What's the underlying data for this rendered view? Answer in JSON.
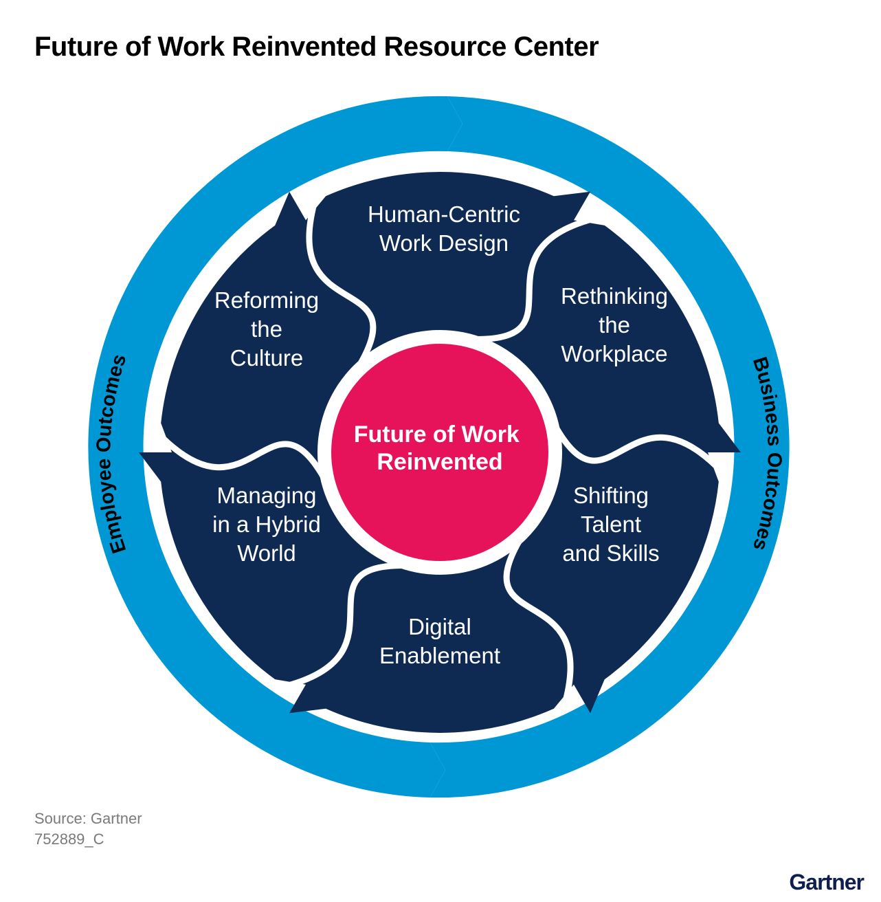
{
  "title": "Future of Work Reinvented Resource Center",
  "center": {
    "lines": [
      "Future of Work",
      "Reinvented"
    ]
  },
  "segments": [
    {
      "id": "human-centric-work-design",
      "lines": [
        "Human-Centric",
        "Work Design"
      ]
    },
    {
      "id": "rethinking-the-workplace",
      "lines": [
        "Rethinking",
        "the",
        "Workplace"
      ]
    },
    {
      "id": "shifting-talent-and-skills",
      "lines": [
        "Shifting",
        "Talent",
        "and Skills"
      ]
    },
    {
      "id": "digital-enablement",
      "lines": [
        "Digital",
        "Enablement"
      ]
    },
    {
      "id": "managing-in-a-hybrid-world",
      "lines": [
        "Managing",
        "in a Hybrid",
        "World"
      ]
    },
    {
      "id": "reforming-the-culture",
      "lines": [
        "Reforming",
        "the",
        "Culture"
      ]
    }
  ],
  "ring": {
    "left_label": "Employee Outcomes",
    "right_label": "Business Outcomes"
  },
  "source": "Source: Gartner",
  "figure_id": "752889_C",
  "brand": "Gartner",
  "colors": {
    "ring": "#0098d4",
    "segment": "#0e2a52",
    "center": "#e6135a",
    "background": "#ffffff"
  }
}
